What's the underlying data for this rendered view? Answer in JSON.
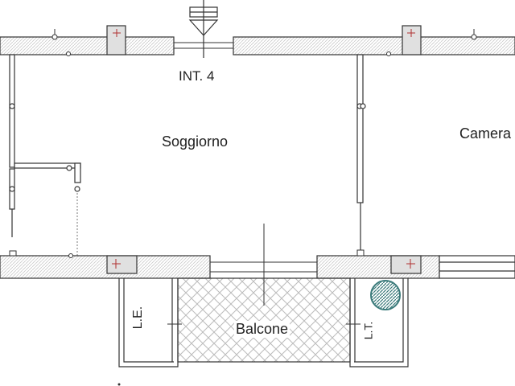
{
  "drawing": {
    "type": "floor-plan",
    "labels": {
      "int": "INT. 4",
      "soggiorno": "Soggiorno",
      "camera": "Camera",
      "balcone": "Balcone",
      "le": "L.E.",
      "lt": "L.T."
    },
    "colors": {
      "line": "#333333",
      "wall_fill": "#f2f2f2",
      "column_fill": "#e6e6e6",
      "column_mark": "#b03030",
      "vent": "#3a7a7a",
      "vent_fill": "#b8d8d8"
    }
  }
}
